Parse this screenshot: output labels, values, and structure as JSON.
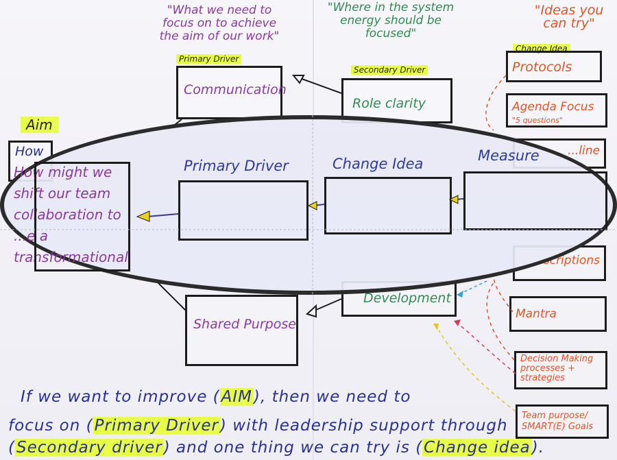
{
  "annotations": {
    "primary_quote": "\"What we need to focus on to achieve the aim of our work\"",
    "secondary_quote": "\"Where in the system energy should be focused\"",
    "ideas_quote": "\"Ideas you can try\""
  },
  "labels": {
    "primary_driver": "Primary Driver",
    "secondary_driver": "Secondary Driver",
    "change_idea": "Change Idea",
    "aim": "Aim"
  },
  "boxes": {
    "communication": "Communication",
    "role_clarity": "Role clarity",
    "shared_purpose": "Shared Purpose",
    "development": "Development",
    "aim_partial": "How"
  },
  "change_ideas": [
    {
      "text": "Protocols",
      "sub": ""
    },
    {
      "text": "Agenda Focus",
      "sub": "\"5 questions\""
    },
    {
      "text": "...line",
      "sub": ""
    },
    {
      "text": "...scriptions",
      "sub": ""
    },
    {
      "text": "Mantra",
      "sub": ""
    },
    {
      "text": "Decision Making processes + strategies",
      "sub": ""
    },
    {
      "text": "Team purpose/ SMART(E) Goals",
      "sub": ""
    }
  ],
  "lens": {
    "aim_text": "How might we shift our team collaboration to ...e a transformational ...learning?",
    "primary_driver": "Primary Driver",
    "change_idea": "Change Idea",
    "measure": "Measure"
  },
  "sentence": {
    "line1_pre": "If we want to improve (",
    "line1_mark": "AIM",
    "line1_post": "), then we need to",
    "line2_pre": "focus on (",
    "line2_mark": "Primary Driver",
    "line2_post": ") with leadership support through",
    "line3_pre": "(",
    "line3_mark1": "Secondary driver",
    "line3_mid": ") and one thing we can try is (",
    "line3_mark2": "Change idea",
    "line3_post": ")."
  }
}
